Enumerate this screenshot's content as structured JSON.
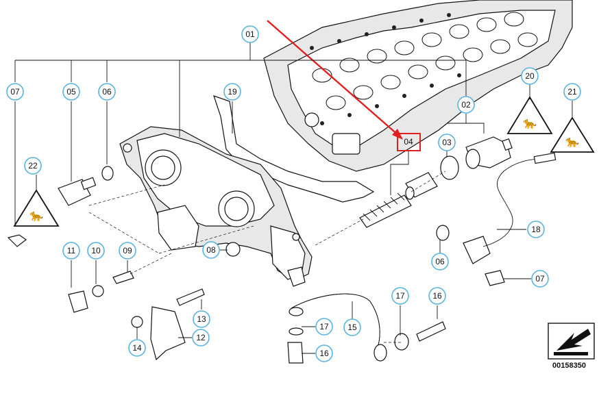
{
  "diagram": {
    "callouts": [
      {
        "id": "c01",
        "label": "01"
      },
      {
        "id": "c07a",
        "label": "07"
      },
      {
        "id": "c05",
        "label": "05"
      },
      {
        "id": "c06a",
        "label": "06"
      },
      {
        "id": "c19",
        "label": "19"
      },
      {
        "id": "c20",
        "label": "20"
      },
      {
        "id": "c21",
        "label": "21"
      },
      {
        "id": "c02",
        "label": "02"
      },
      {
        "id": "c03",
        "label": "03"
      },
      {
        "id": "c04",
        "label": "04"
      },
      {
        "id": "c22",
        "label": "22"
      },
      {
        "id": "c18",
        "label": "18"
      },
      {
        "id": "c06b",
        "label": "06"
      },
      {
        "id": "c07b",
        "label": "07"
      },
      {
        "id": "c11",
        "label": "11"
      },
      {
        "id": "c10",
        "label": "10"
      },
      {
        "id": "c09",
        "label": "09"
      },
      {
        "id": "c08",
        "label": "08"
      },
      {
        "id": "c13",
        "label": "13"
      },
      {
        "id": "c12",
        "label": "12"
      },
      {
        "id": "c14",
        "label": "14"
      },
      {
        "id": "c17a",
        "label": "17"
      },
      {
        "id": "c15",
        "label": "15"
      },
      {
        "id": "c16a",
        "label": "16"
      },
      {
        "id": "c17b",
        "label": "17"
      },
      {
        "id": "c16b",
        "label": "16"
      }
    ],
    "highlight_color": "#e02020",
    "callout_color": "#5ab4e0",
    "reference_number": "00158350"
  }
}
